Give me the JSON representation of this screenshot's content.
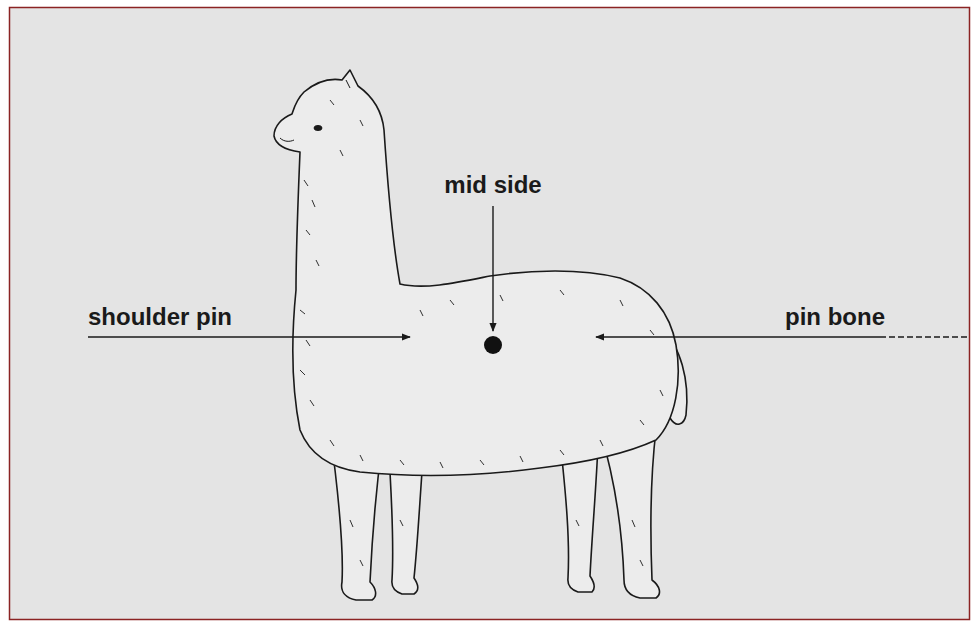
{
  "diagram": {
    "labels": [
      "mid side",
      "shoulder pin",
      "pin bone"
    ]
  }
}
